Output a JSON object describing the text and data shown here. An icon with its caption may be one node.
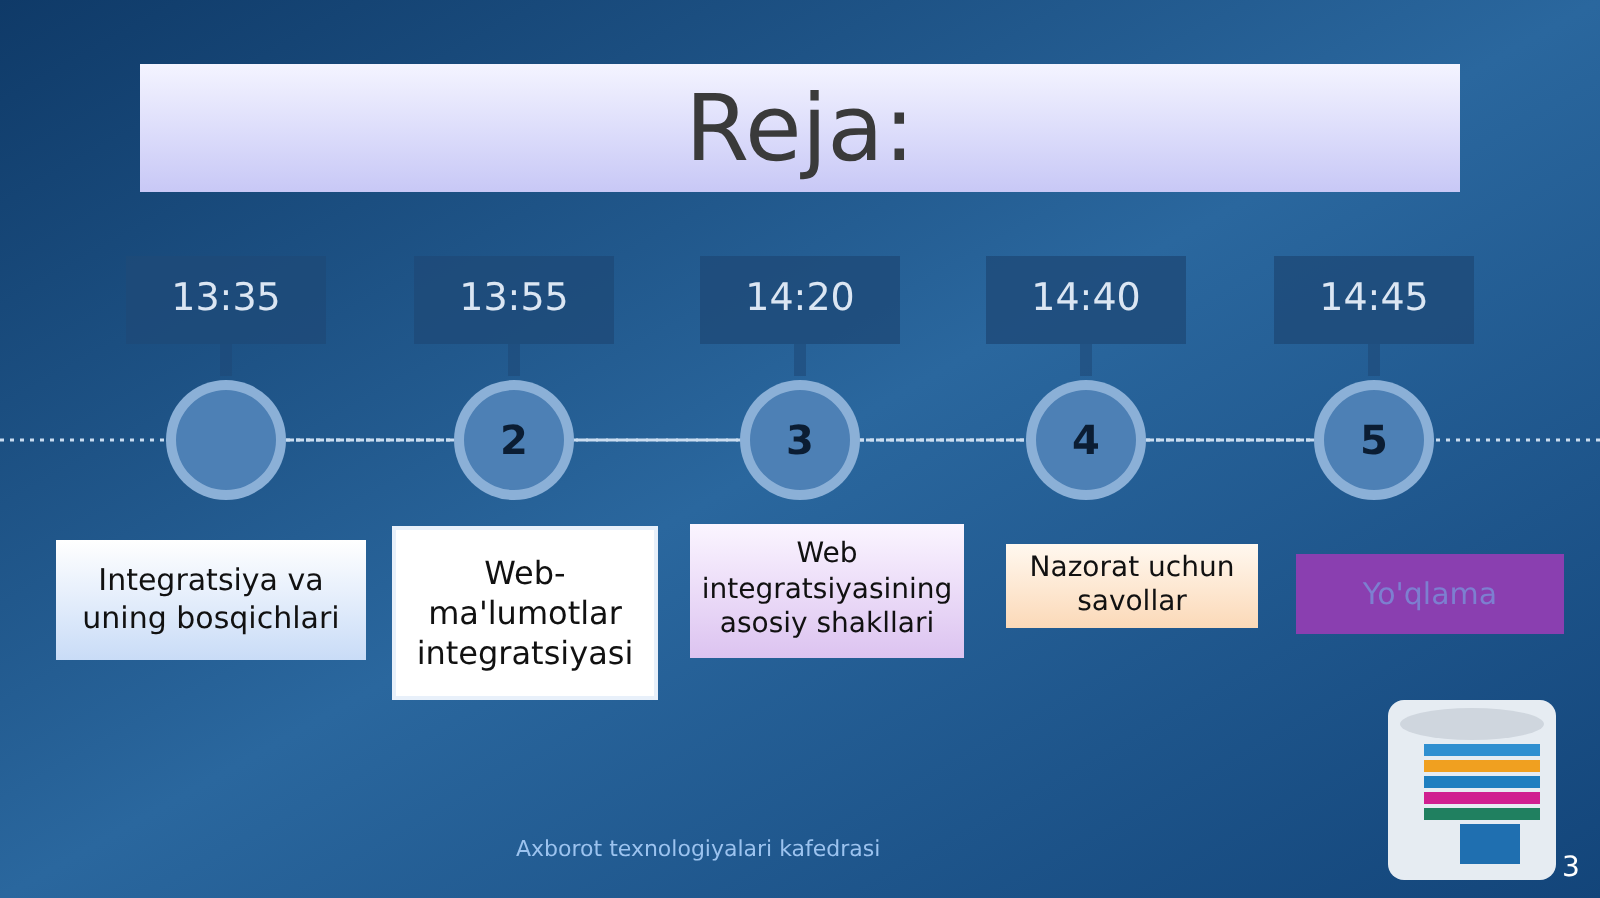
{
  "diagram": {
    "title": "Reja:",
    "nodes": [
      {
        "text": [
          "13:35"
        ]
      },
      {
        "text": [
          "13:55"
        ]
      },
      {
        "text": [
          "14:20"
        ]
      },
      {
        "text": [
          "14:40"
        ]
      },
      {
        "text": [
          "14:45"
        ]
      },
      {
        "text": [],
        "shape": "circle"
      },
      {
        "text": [
          "2"
        ]
      },
      {
        "text": [
          "3"
        ]
      },
      {
        "text": [
          "4"
        ]
      },
      {
        "text": [
          "5"
        ]
      },
      {
        "text": [
          "Integratsiya va uning bosqichlari"
        ]
      },
      {
        "text": [
          "Web-ma'lumotlar integratsiyasi"
        ]
      },
      {
        "text": [
          "Web integratsiyasining asosiy shakllari"
        ]
      },
      {
        "text": [
          "Nazorat uchun savollar"
        ]
      },
      {
        "text": [
          "Yo'qlama"
        ]
      }
    ],
    "edges": [
      {
        "from": null,
        "to": 5,
        "arrow": "none",
        "style": "dashed"
      },
      {
        "from": 5,
        "to": 6,
        "arrow": "none",
        "style": "dashed"
      },
      {
        "from": 6,
        "to": 7,
        "arrow": "none",
        "style": "dashed"
      },
      {
        "from": 7,
        "to": 8,
        "arrow": "none",
        "style": "dashed"
      },
      {
        "from": 8,
        "to": 9,
        "arrow": "none",
        "style": "dashed"
      },
      {
        "from": 9,
        "to": null,
        "arrow": "none",
        "style": "dashed"
      }
    ],
    "labels": [
      "Axborot texnologiyalari kafedrasi",
      "3"
    ]
  }
}
